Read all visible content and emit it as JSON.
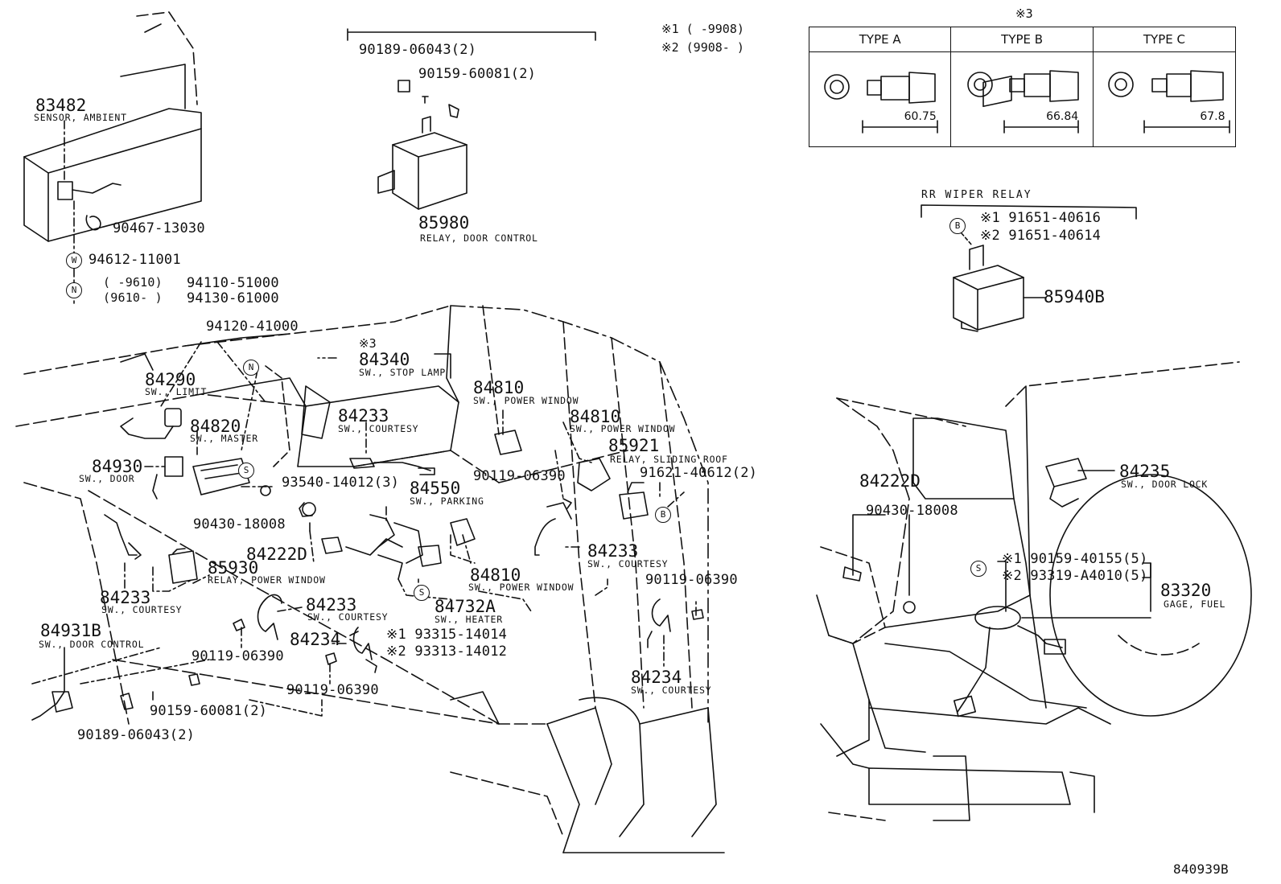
{
  "left_section": {
    "p83482": "83482",
    "p83482_name": "SENSOR, AMBIENT",
    "p90467": "90467-13030",
    "p94612": "94612-11001",
    "p94110_range": "(      -9610)",
    "p94110": "94110-51000",
    "p94130_range": "(9610-       )",
    "p94130": "94130-61000",
    "w_mark": "W",
    "n_mark": "N"
  },
  "relay_door": {
    "p90189": "90189-06043(2)",
    "p90159": "90159-60081(2)",
    "p85980": "85980",
    "p85980_name": "RELAY, DOOR CONTROL"
  },
  "legend": {
    "note1": "※1 (       -9908)",
    "note2": "※2 (9908-       )",
    "note3": "※3"
  },
  "types_table": {
    "headers": [
      "TYPE A",
      "TYPE B",
      "TYPE C"
    ],
    "dims": [
      "60.75",
      "66.84",
      "67.8"
    ]
  },
  "rr_wiper": {
    "title": "RR WIPER RELAY",
    "b_mark": "B",
    "opt1": "※1 91651-40616",
    "opt2": "※2 91651-40614",
    "p85940B": "85940B"
  },
  "main_parts": {
    "p94120": "94120-41000",
    "n_mark": "N",
    "mark3": "※3",
    "p84340": "84340",
    "p84340_name": "SW., STOP LAMP",
    "p84290": "84290",
    "p84290_name": "SW., LIMIT",
    "p84820": "84820",
    "p84820_name": "SW., MASTER",
    "p84233a": "84233",
    "p84233a_name": "SW., COURTESY",
    "p84810a": "84810",
    "p84810a_name": "SW., POWER WINDOW",
    "p84810b": "84810",
    "p84810b_name": "SW., POWER WINDOW",
    "p85921": "85921",
    "p85921_name": "RELAY, SLIDING ROOF",
    "p91621": "91621-40612(2)",
    "b_mark": "B",
    "p84930": "84930",
    "p84930_name": "SW., DOOR",
    "s_mark": "S",
    "p93540": "93540-14012(3)",
    "p84550": "84550",
    "p84550_name": "SW., PARKING",
    "p90119a": "90119-06390",
    "p90430": "90430-18008",
    "p84222D": "84222D",
    "p85930": "85930",
    "p85930_name": "RELAY, POWER WINDOW",
    "p84233b": "84233",
    "p84233b_name": "SW., COURTESY",
    "p84810c": "84810",
    "p84810c_name": "SW., POWER WINDOW",
    "p84233c": "84233",
    "p84233c_name": "SW., COURTESY",
    "p84233d": "84233",
    "p84233d_name": "SW., COURTESY",
    "p84732A": "84732A",
    "p84732A_name": "SW., HEATER",
    "s_mark2": "S",
    "p90119b": "90119-06390",
    "p84931B": "84931B",
    "p84931B_name": "SW., DOOR CONTROL",
    "p84234a": "84234",
    "p93315": "※1 93315-14014",
    "p93313": "※2 93313-14012",
    "p90119c": "90119-06390",
    "p90119d": "90119-06390",
    "p84234b": "84234",
    "p84234b_name": "SW., COURTESY",
    "p90159": "90159-60081(2)",
    "p90189": "90189-06043(2)"
  },
  "right_section": {
    "p84235": "84235",
    "p84235_name": "SW., DOOR LOCK",
    "p84222D": "84222D",
    "p90430": "90430-18008",
    "s_mark": "S",
    "opt1": "※1 90159-40155(5)",
    "opt2": "※2 93319-A4010(5)",
    "p83320": "83320",
    "p83320_name": "GAGE, FUEL"
  },
  "figure_id": "840939B"
}
